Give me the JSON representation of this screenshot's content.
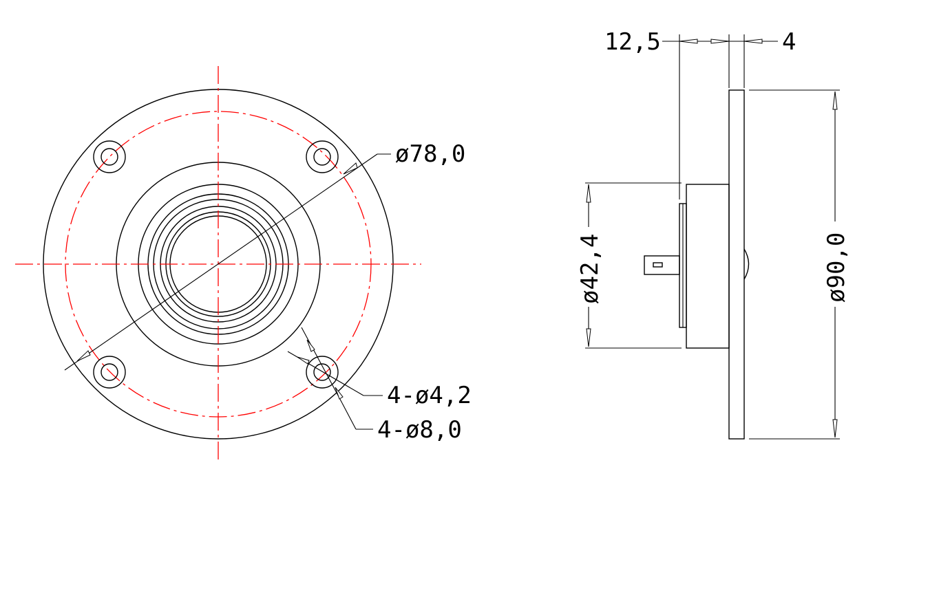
{
  "front_view": {
    "dim_bolt_circle": "ø78,0",
    "dim_hole": "4-ø4,2",
    "dim_counterbore": "4-ø8,0"
  },
  "side_view": {
    "dim_depth": "12,5",
    "dim_flange": "4",
    "dim_body_diameter": "ø42,4",
    "dim_overall_diameter": "ø90,0"
  },
  "colors": {
    "outline": "#000000",
    "centerline": "#ff0000",
    "background": "#ffffff"
  }
}
